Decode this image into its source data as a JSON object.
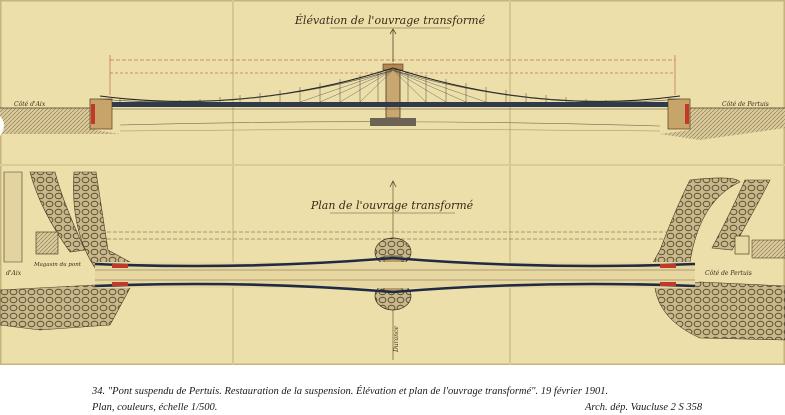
{
  "drawing": {
    "elevation_title": "Élévation de l'ouvrage transformé",
    "plan_title": "Plan de l'ouvrage transformé",
    "left_bank": "Côté d'Aix",
    "right_bank": "Côté de Pertuis",
    "plan_left_bank": "d'Aix",
    "plan_right_bank": "Côté de Pertuis",
    "magasin_label": "Magasin du pont",
    "river_label": "Durance"
  },
  "caption": {
    "line1": "34. \"Pont suspendu de Pertuis. Restauration de la suspension. Élévation et plan de l'ouvrage transformé\". 19 février 1901.",
    "line2": "Plan, couleurs, échelle 1/500.",
    "source": "Arch. dép. Vaucluse 2 S 358"
  }
}
